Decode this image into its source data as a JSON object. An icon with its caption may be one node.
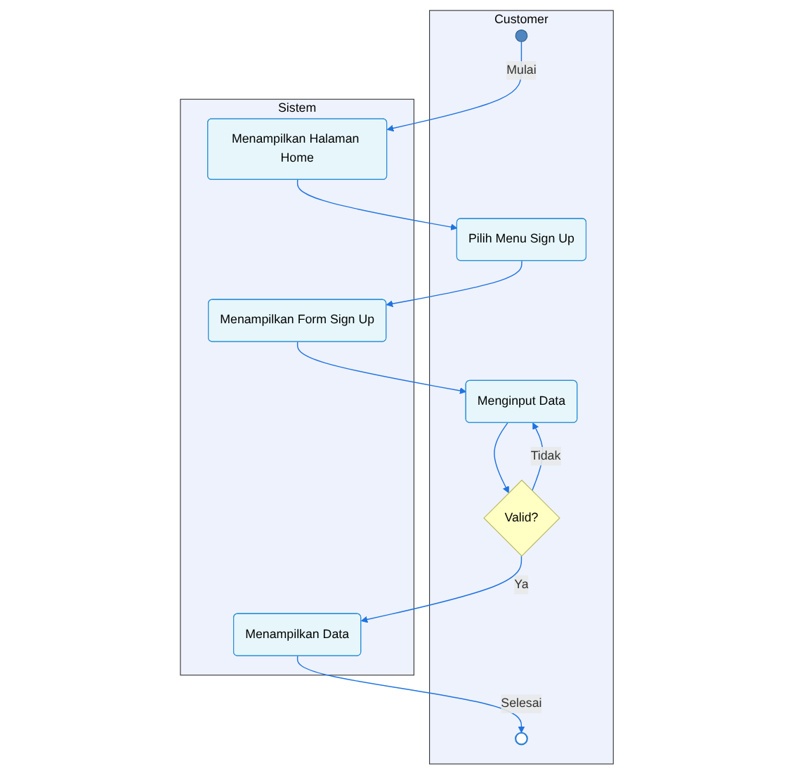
{
  "diagram": {
    "nodes": [
      {
        "text": [
          "Customer"
        ]
      },
      {
        "text": [
          "Sistem"
        ]
      },
      {
        "text": [],
        "shape": "circle",
        "in": 0
      },
      {
        "text": [
          "Menampilkan Halaman Home"
        ],
        "in": 1
      },
      {
        "text": [
          "Pilih Menu Sign Up"
        ],
        "in": 0
      },
      {
        "text": [
          "Menampilkan Form Sign Up"
        ],
        "in": 1
      },
      {
        "text": [
          "Menginput Data"
        ],
        "in": 0
      },
      {
        "text": [
          "Valid?"
        ],
        "in": 0
      },
      {
        "text": [
          "Menampilkan Data"
        ],
        "in": 1
      },
      {
        "text": [],
        "shape": "circle",
        "in": 0
      }
    ],
    "edges": [
      {
        "from": 2,
        "to": 3,
        "label": "Mulai",
        "arrow": "to"
      },
      {
        "from": 3,
        "to": 4,
        "arrow": "to"
      },
      {
        "from": 4,
        "to": 5,
        "arrow": "to"
      },
      {
        "from": 5,
        "to": 6,
        "arrow": "to"
      },
      {
        "from": 6,
        "to": 7,
        "arrow": "to"
      },
      {
        "from": 7,
        "to": 6,
        "label": "Tidak",
        "arrow": "to"
      },
      {
        "from": 7,
        "to": 8,
        "label": "Ya",
        "arrow": "to"
      },
      {
        "from": 8,
        "to": 9,
        "label": "Selesai",
        "arrow": "to"
      }
    ]
  }
}
